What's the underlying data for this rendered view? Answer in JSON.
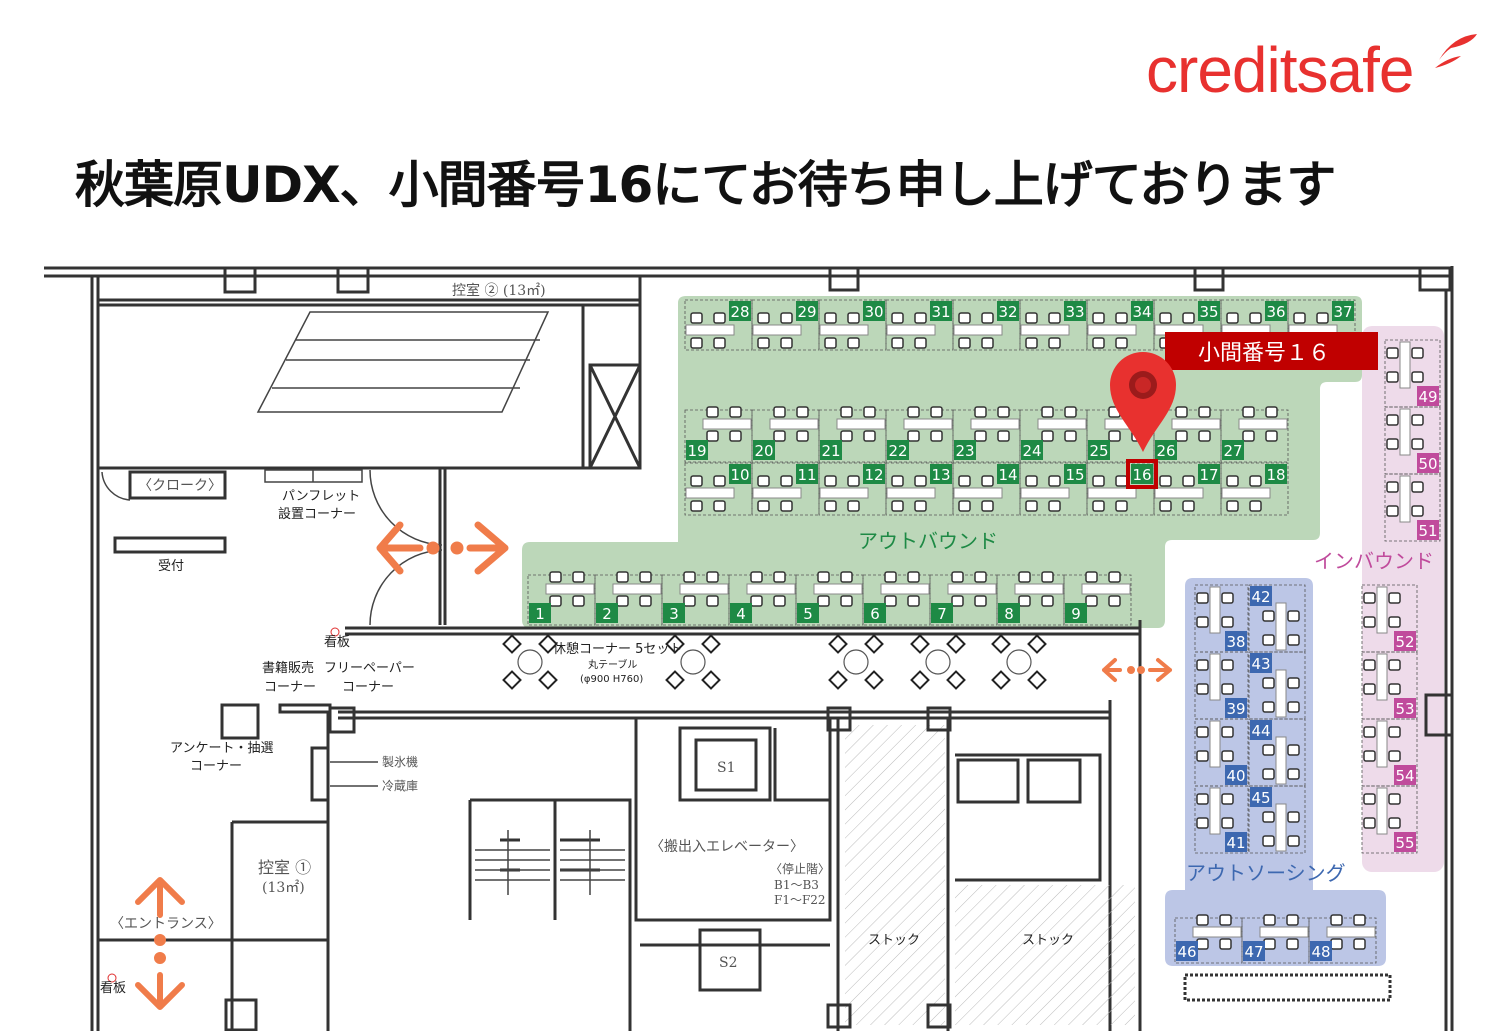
{
  "logo": {
    "text": "creditsafe"
  },
  "title": "秋葉原UDX、小間番号16にてお待ち申し上げております",
  "callout": {
    "label": "小間番号１６",
    "seat": "16",
    "color": "#c00000"
  },
  "rooms": {
    "waiting2": "控室 ② (13㎡)",
    "cloak": "〈クローク〉",
    "pamphlet1": "パンフレット",
    "pamphlet2": "設置コーナー",
    "reception": "受付",
    "sign1": "看板",
    "sign2": "看板",
    "books1": "書籍販売",
    "books2": "コーナー",
    "freepaper1": "フリーペーパー",
    "freepaper2": "コーナー",
    "rest": "休憩コーナー 5セット",
    "table1": "丸テーブル",
    "table2": "(φ900 H760)",
    "survey1": "アンケート・抽選",
    "survey2": "コーナー",
    "ice": "製氷機",
    "fridge": "冷蔵庫",
    "waiting1a": "控室 ①",
    "waiting1b": "(13㎡)",
    "entrance": "〈エントランス〉",
    "s1": "S1",
    "s2": "S2",
    "elevator": "〈搬出入エレベーター〉",
    "stops": "〈停止階〉",
    "stops1": "B1～B3",
    "stops2": "F1～F22",
    "stock1": "ストック",
    "stock2": "ストック"
  },
  "zones": {
    "outbound": {
      "label": "アウトバウンド",
      "color": "#1e8a45",
      "bg": "#bcd7b9",
      "text_color": "#1e8a45",
      "seats": [
        "1",
        "2",
        "3",
        "4",
        "5",
        "6",
        "7",
        "8",
        "9",
        "10",
        "11",
        "12",
        "13",
        "14",
        "15",
        "16",
        "17",
        "18",
        "19",
        "20",
        "21",
        "22",
        "23",
        "24",
        "25",
        "26",
        "27",
        "28",
        "29",
        "30",
        "31",
        "32",
        "33",
        "34",
        "35",
        "36",
        "37"
      ]
    },
    "outsourcing": {
      "label": "アウトソーシング",
      "color": "#3d68b0",
      "bg": "#bcc6e6",
      "text_color": "#3d68b0",
      "seats": [
        "38",
        "39",
        "40",
        "41",
        "42",
        "43",
        "44",
        "45",
        "46",
        "47",
        "48"
      ]
    },
    "inbound": {
      "label": "インバウンド",
      "color": "#c04b9c",
      "bg": "#eedbea",
      "text_color": "#c04b9c",
      "seats": [
        "49",
        "50",
        "51",
        "52",
        "53",
        "54",
        "55"
      ]
    }
  },
  "arrow_color": "#f07c4a"
}
